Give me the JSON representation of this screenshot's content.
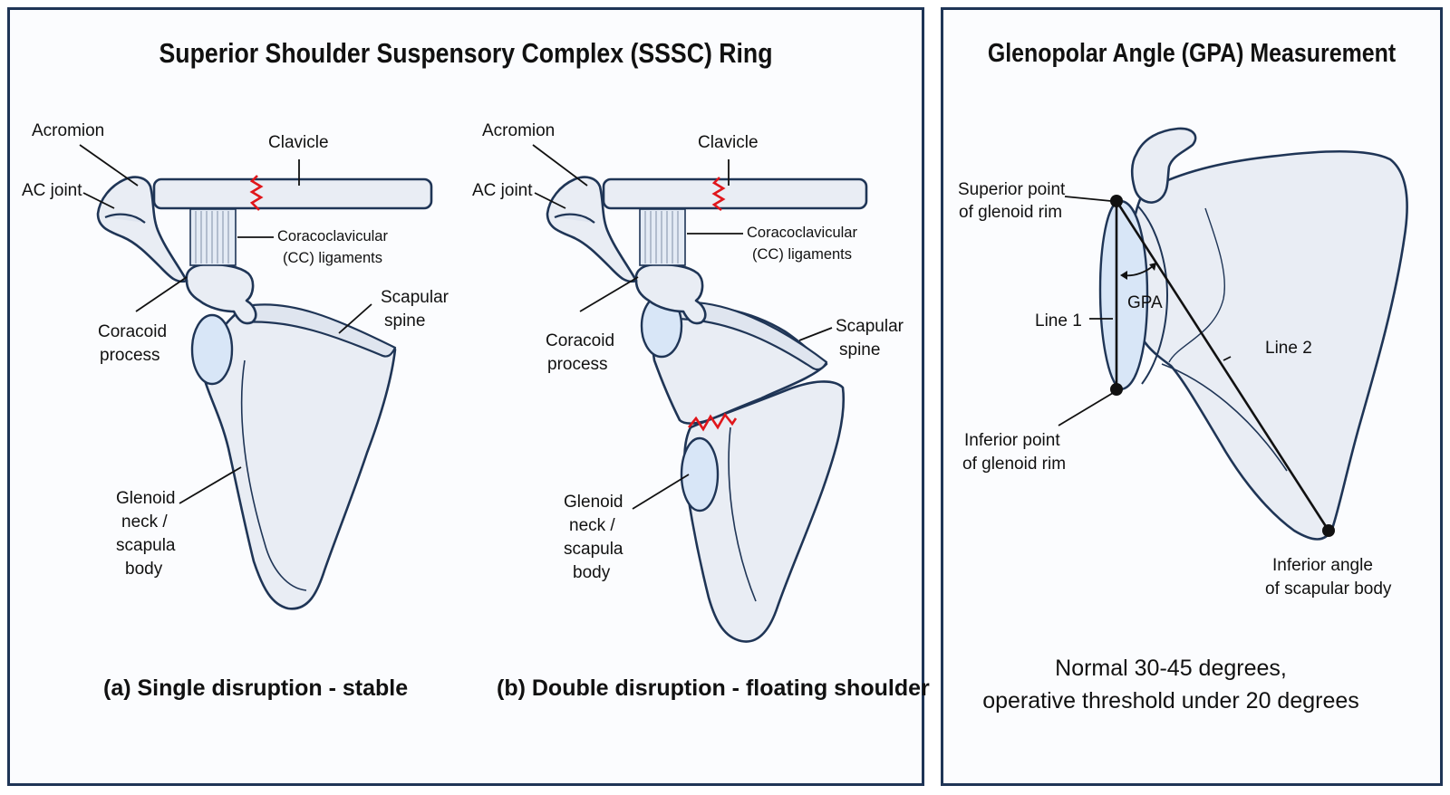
{
  "left_panel": {
    "title": "Superior Shoulder Suspensory Complex (SSSC) Ring",
    "diagram_a": {
      "caption": "(a) Single disruption - stable",
      "labels": {
        "acromion": "Acromion",
        "ac_joint": "AC joint",
        "clavicle": "Clavicle",
        "cc_ligaments_1": "Coracoclavicular",
        "cc_ligaments_2": "(CC) ligaments",
        "coracoid_1": "Coracoid",
        "coracoid_2": "process",
        "scapular_spine_1": "Scapular",
        "scapular_spine_2": "spine",
        "glenoid_neck_1": "Glenoid",
        "glenoid_neck_2": "neck /",
        "glenoid_neck_3": "scapula",
        "glenoid_neck_4": "body"
      }
    },
    "diagram_b": {
      "caption": "(b) Double disruption - floating shoulder",
      "labels": {
        "acromion": "Acromion",
        "ac_joint": "AC joint",
        "clavicle": "Clavicle",
        "cc_ligaments_1": "Coracoclavicular",
        "cc_ligaments_2": "(CC) ligaments",
        "coracoid_1": "Coracoid",
        "coracoid_2": "process",
        "scapular_spine_1": "Scapular",
        "scapular_spine_2": "spine",
        "glenoid_neck_1": "Glenoid",
        "glenoid_neck_2": "neck /",
        "glenoid_neck_3": "scapula",
        "glenoid_neck_4": "body"
      }
    }
  },
  "right_panel": {
    "title": "Glenopolar Angle (GPA) Measurement",
    "labels": {
      "superior_point_1": "Superior point",
      "superior_point_2": "of glenoid rim",
      "inferior_point_1": "Inferior point",
      "inferior_point_2": "of glenoid rim",
      "line1": "Line 1",
      "line2": "Line 2",
      "gpa": "GPA",
      "inferior_angle_1": "Inferior angle",
      "inferior_angle_2": "of scapular body"
    },
    "note_line1": "Normal 30-45 degrees,",
    "note_line2": "operative threshold under 20 degrees"
  },
  "colors": {
    "outline": "#1f3556",
    "bone_fill": "#e9edf4",
    "glenoid_fill": "#d8e6f7",
    "fracture": "#e0161b"
  }
}
